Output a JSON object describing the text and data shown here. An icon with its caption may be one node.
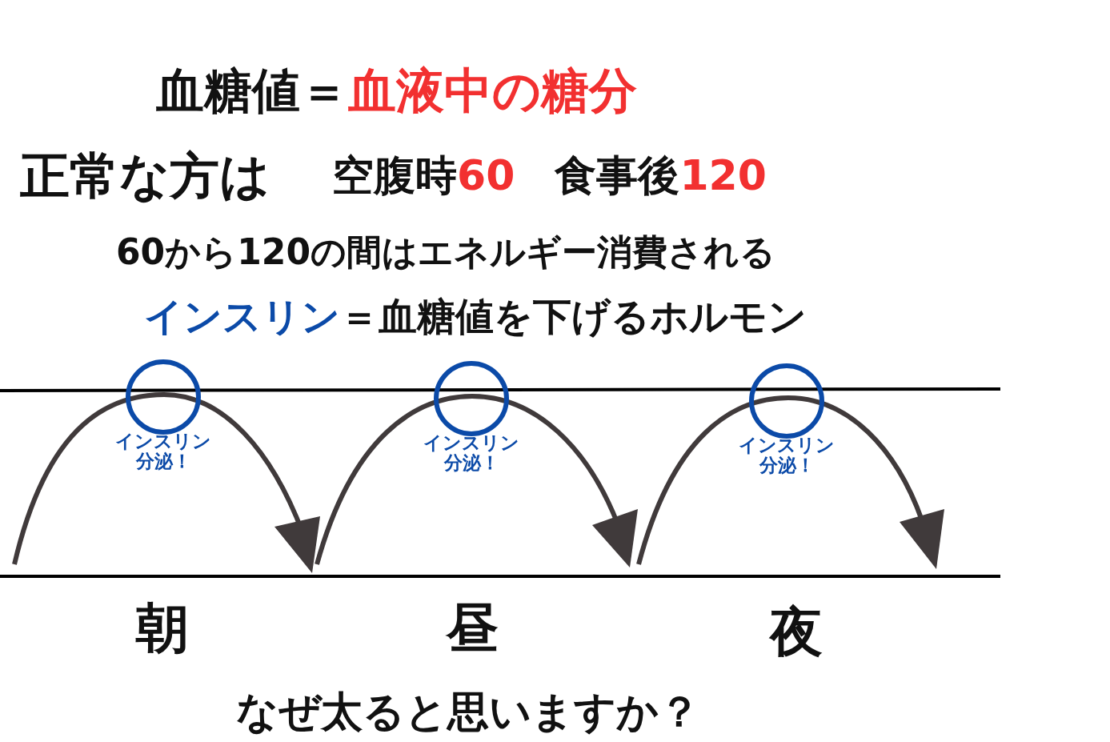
{
  "diagram": {
    "nodes": [
      {
        "text": [],
        "shape": "circle",
        "beside": [
          "インスリン分泌！"
        ]
      },
      {
        "text": [],
        "shape": "circle",
        "beside": [
          "インスリン分泌！"
        ]
      },
      {
        "text": [],
        "shape": "circle",
        "beside": [
          "インスリン分泌！"
        ]
      }
    ],
    "edges": [],
    "labels": [
      "血糖値＝",
      "血液中の糖分",
      "正常な方は",
      "空腹時",
      "60",
      "食事後",
      "120",
      "60から120の間はエネルギー消費される",
      "インスリン",
      "＝血糖値を下げるホルモン",
      "朝",
      "昼",
      "夜",
      "なぜ太ると思いますか？"
    ]
  }
}
